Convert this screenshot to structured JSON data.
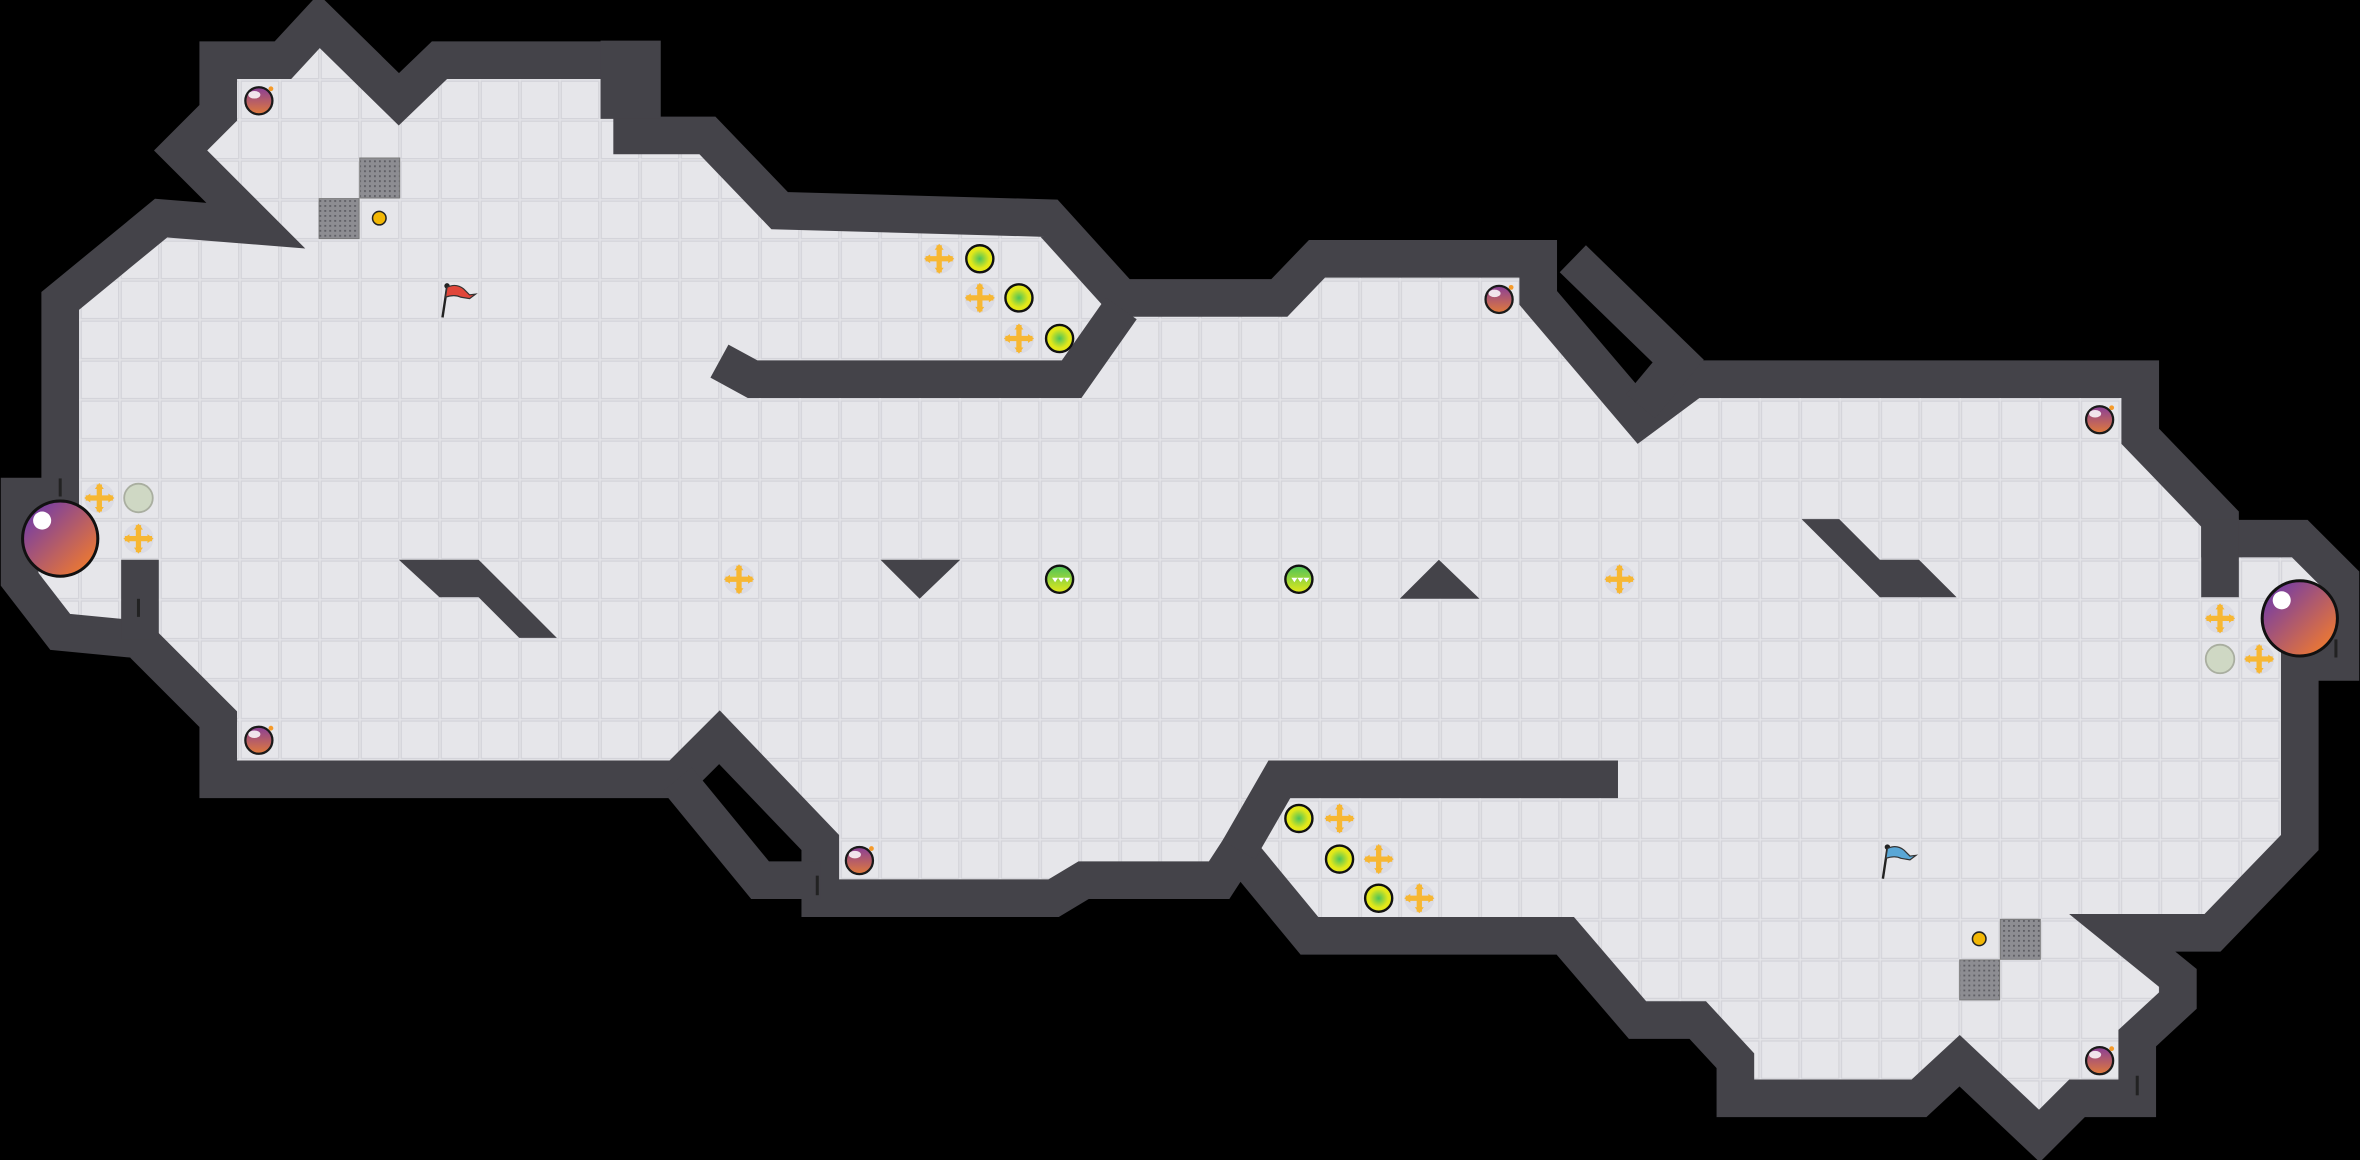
{
  "game": {
    "type": "capture-the-flag arena map",
    "teams": [
      {
        "name": "red",
        "flag_color": "#e0463a"
      },
      {
        "name": "blue",
        "flag_color": "#5aa7d6"
      }
    ]
  },
  "colors": {
    "background": "#000000",
    "floor": "#e4e4e8",
    "floor_grid": "#cfcfd6",
    "wall": "#444349",
    "wall_edge": "#2b2a2f",
    "team_zone": "#ecebc4",
    "boost": "#f7b733",
    "bomb": "#8e4a8e",
    "powerup_yellow": "#e3e81a",
    "powerup_green": "#4cc35a",
    "spike_orb": "#6fc35a",
    "portal_inactive": "#cfd8c4",
    "spawn_orb_start": "#7a3fa0",
    "spawn_orb_end": "#f07a2e",
    "grate": "#8a8a8f",
    "button": "#f2b705"
  },
  "entities": {
    "bombs": 6,
    "boosts": 12,
    "powerups": 6,
    "spiked_orbs": 2,
    "inactive_portals": 2,
    "spawn_orbs": 2,
    "flags": 2,
    "buttons": 2,
    "grates": 4
  }
}
